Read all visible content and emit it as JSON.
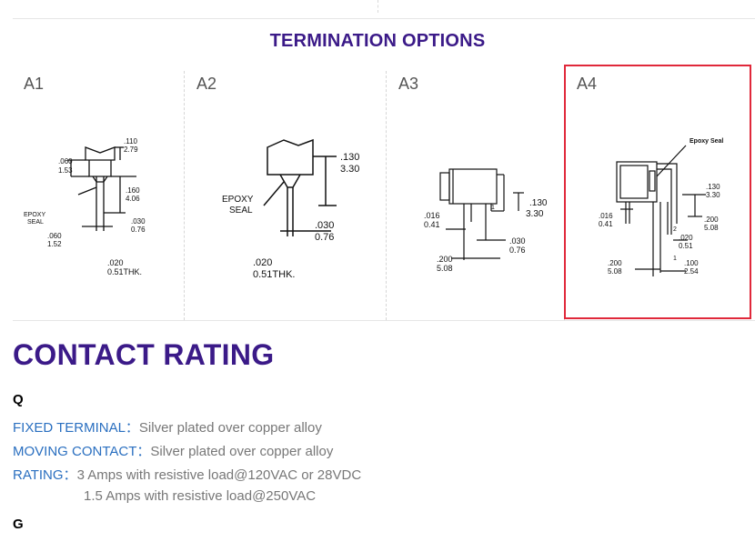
{
  "termination": {
    "title": "TERMINATION OPTIONS",
    "options": [
      {
        "label": "A1",
        "dims": [
          ".110",
          "2.79",
          ".060",
          "1.53",
          ".160",
          "4.06",
          "EPOXY",
          "SEAL",
          ".030",
          "0.76",
          ".060",
          "1.52",
          ".020",
          "0.51THK."
        ]
      },
      {
        "label": "A2",
        "dims": [
          ".130",
          "3.30",
          "EPOXY",
          "SEAL",
          ".030",
          "0.76",
          ".020",
          "0.51THK."
        ]
      },
      {
        "label": "A3",
        "dims": [
          ".130",
          "3.30",
          ".016",
          "0.41",
          ".030",
          "0.76",
          ".200",
          "5.08"
        ]
      },
      {
        "label": "A4",
        "dims": [
          "Epoxy Seal",
          ".130",
          "3.30",
          ".016",
          "0.41",
          ".200",
          "5.08",
          ".020",
          "0.51",
          ".200",
          "5.08",
          ".100",
          "2.54"
        ]
      }
    ]
  },
  "contact": {
    "title": "CONTACT RATING",
    "q_header": "Q",
    "lines": [
      {
        "label": "FIXED TERMINAL：",
        "value": "Silver plated over copper alloy"
      },
      {
        "label": "MOVING CONTACT：",
        "value": "Silver plated over copper alloy"
      },
      {
        "label": "RATING：",
        "value": "3 Amps with resistive load@120VAC or 28VDC"
      }
    ],
    "rating_extra": "1.5 Amps with resistive load@250VAC",
    "g_header": "G"
  },
  "colors": {
    "title_purple": "#3b1a88",
    "label_blue": "#2a6fc0",
    "selected_border": "#e0283a"
  }
}
